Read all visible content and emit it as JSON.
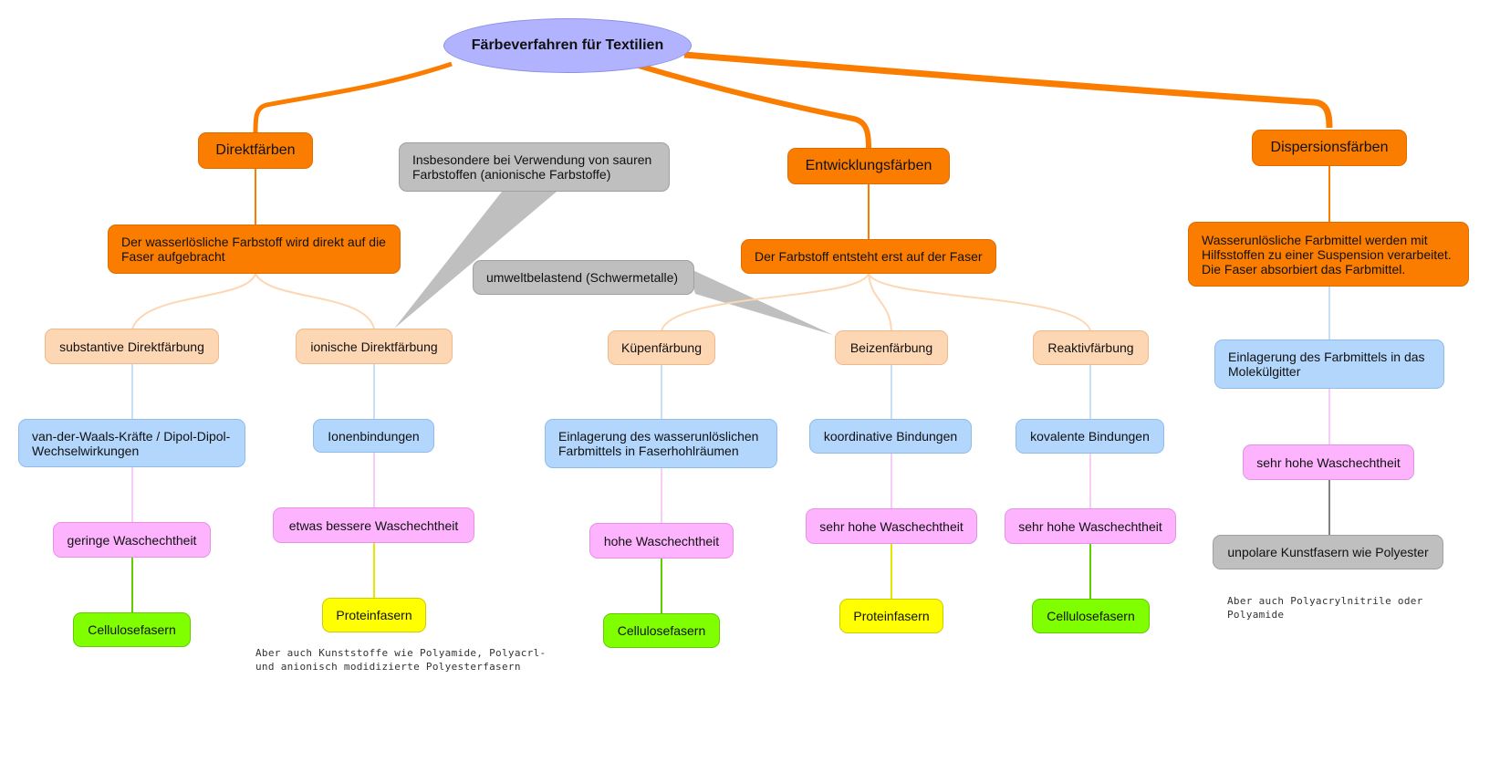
{
  "root": {
    "label": "Färbeverfahren für Textilien"
  },
  "categories": {
    "direkt": "Direktfärben",
    "entwicklung": "Entwicklungsfärben",
    "dispersion": "Dispersionsfärben"
  },
  "descriptions": {
    "direkt": "Der wasserlösliche Farbstoff wird direkt auf die\nFaser aufgebracht",
    "entwicklung": "Der Farbstoff entsteht erst auf der Faser",
    "dispersion": "Wasserunlösliche Farbmittel werden mit\nHilfsstoffen zu einer Suspension verarbeitet.\nDie Faser absorbiert das Farbmittel."
  },
  "callouts": {
    "sauer": "Insbesondere bei Verwendung von sauren\nFarbstoffen (anionische Farbstoffe)",
    "umwelt": "umweltbelastend (Schwermetalle)"
  },
  "methods": {
    "substantiv": "substantive Direktfärbung",
    "ionisch": "ionische Direktfärbung",
    "kuepen": "Küpenfärbung",
    "beizen": "Beizenfärbung",
    "reaktiv": "Reaktivfärbung"
  },
  "bonds": {
    "vdw": "van-der-Waals-Kräfte / Dipol-Dipol-\nWechselwirkungen",
    "ionen": "Ionenbindungen",
    "einlagerung_faser": "Einlagerung des wasserunlöslichen\nFarbmittels in Faserhohlräumen",
    "koordinativ": "koordinative Bindungen",
    "kovalent": "kovalente Bindungen",
    "einlagerung_molekuel": "Einlagerung des Farbmittels in das\nMolekülgitter"
  },
  "washfastness": {
    "substantiv": "geringe Waschechtheit",
    "ionisch": "etwas bessere Waschechtheit",
    "kuepen": "hohe Waschechtheit",
    "beizen": "sehr hohe Waschechtheit",
    "reaktiv": "sehr hohe Waschechtheit",
    "dispersion": "sehr hohe Waschechtheit"
  },
  "fibers": {
    "substantiv": "Cellulosefasern",
    "ionisch": "Proteinfasern",
    "kuepen": "Cellulosefasern",
    "beizen": "Proteinfasern",
    "reaktiv": "Cellulosefasern",
    "dispersion": "unpolare Kunstfasern wie Polyester"
  },
  "notes": {
    "ionisch": "Aber auch Kunststoffe wie Polyamide, Polyacrl-\nund anionisch modidizierte Polyesterfasern",
    "dispersion": "Aber auch Polyacrylnitrile oder Polyamide"
  },
  "colors": {
    "root": "#b1b3ff",
    "category": "#fb7d00",
    "method": "#fdd7b3",
    "bond": "#b3d6fd",
    "wash": "#fdb3fd",
    "fiber_green": "#80ff00",
    "fiber_yellow": "#ffff00",
    "callout": "#bfbfbf"
  }
}
